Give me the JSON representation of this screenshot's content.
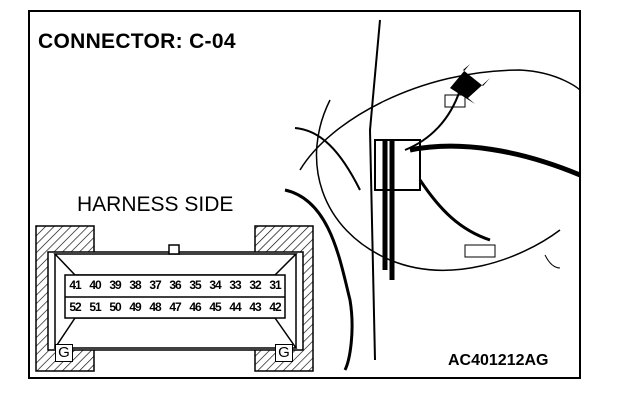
{
  "title": "CONNECTOR: C-04",
  "harness_label": "HARNESS SIDE",
  "figure_code": "AC401212AG",
  "connector": {
    "row1": [
      "41",
      "40",
      "39",
      "38",
      "37",
      "36",
      "35",
      "34",
      "33",
      "32",
      "31"
    ],
    "row2": [
      "52",
      "51",
      "50",
      "49",
      "48",
      "47",
      "46",
      "45",
      "44",
      "43",
      "42"
    ],
    "ground_left": "G",
    "ground_right": "G"
  }
}
